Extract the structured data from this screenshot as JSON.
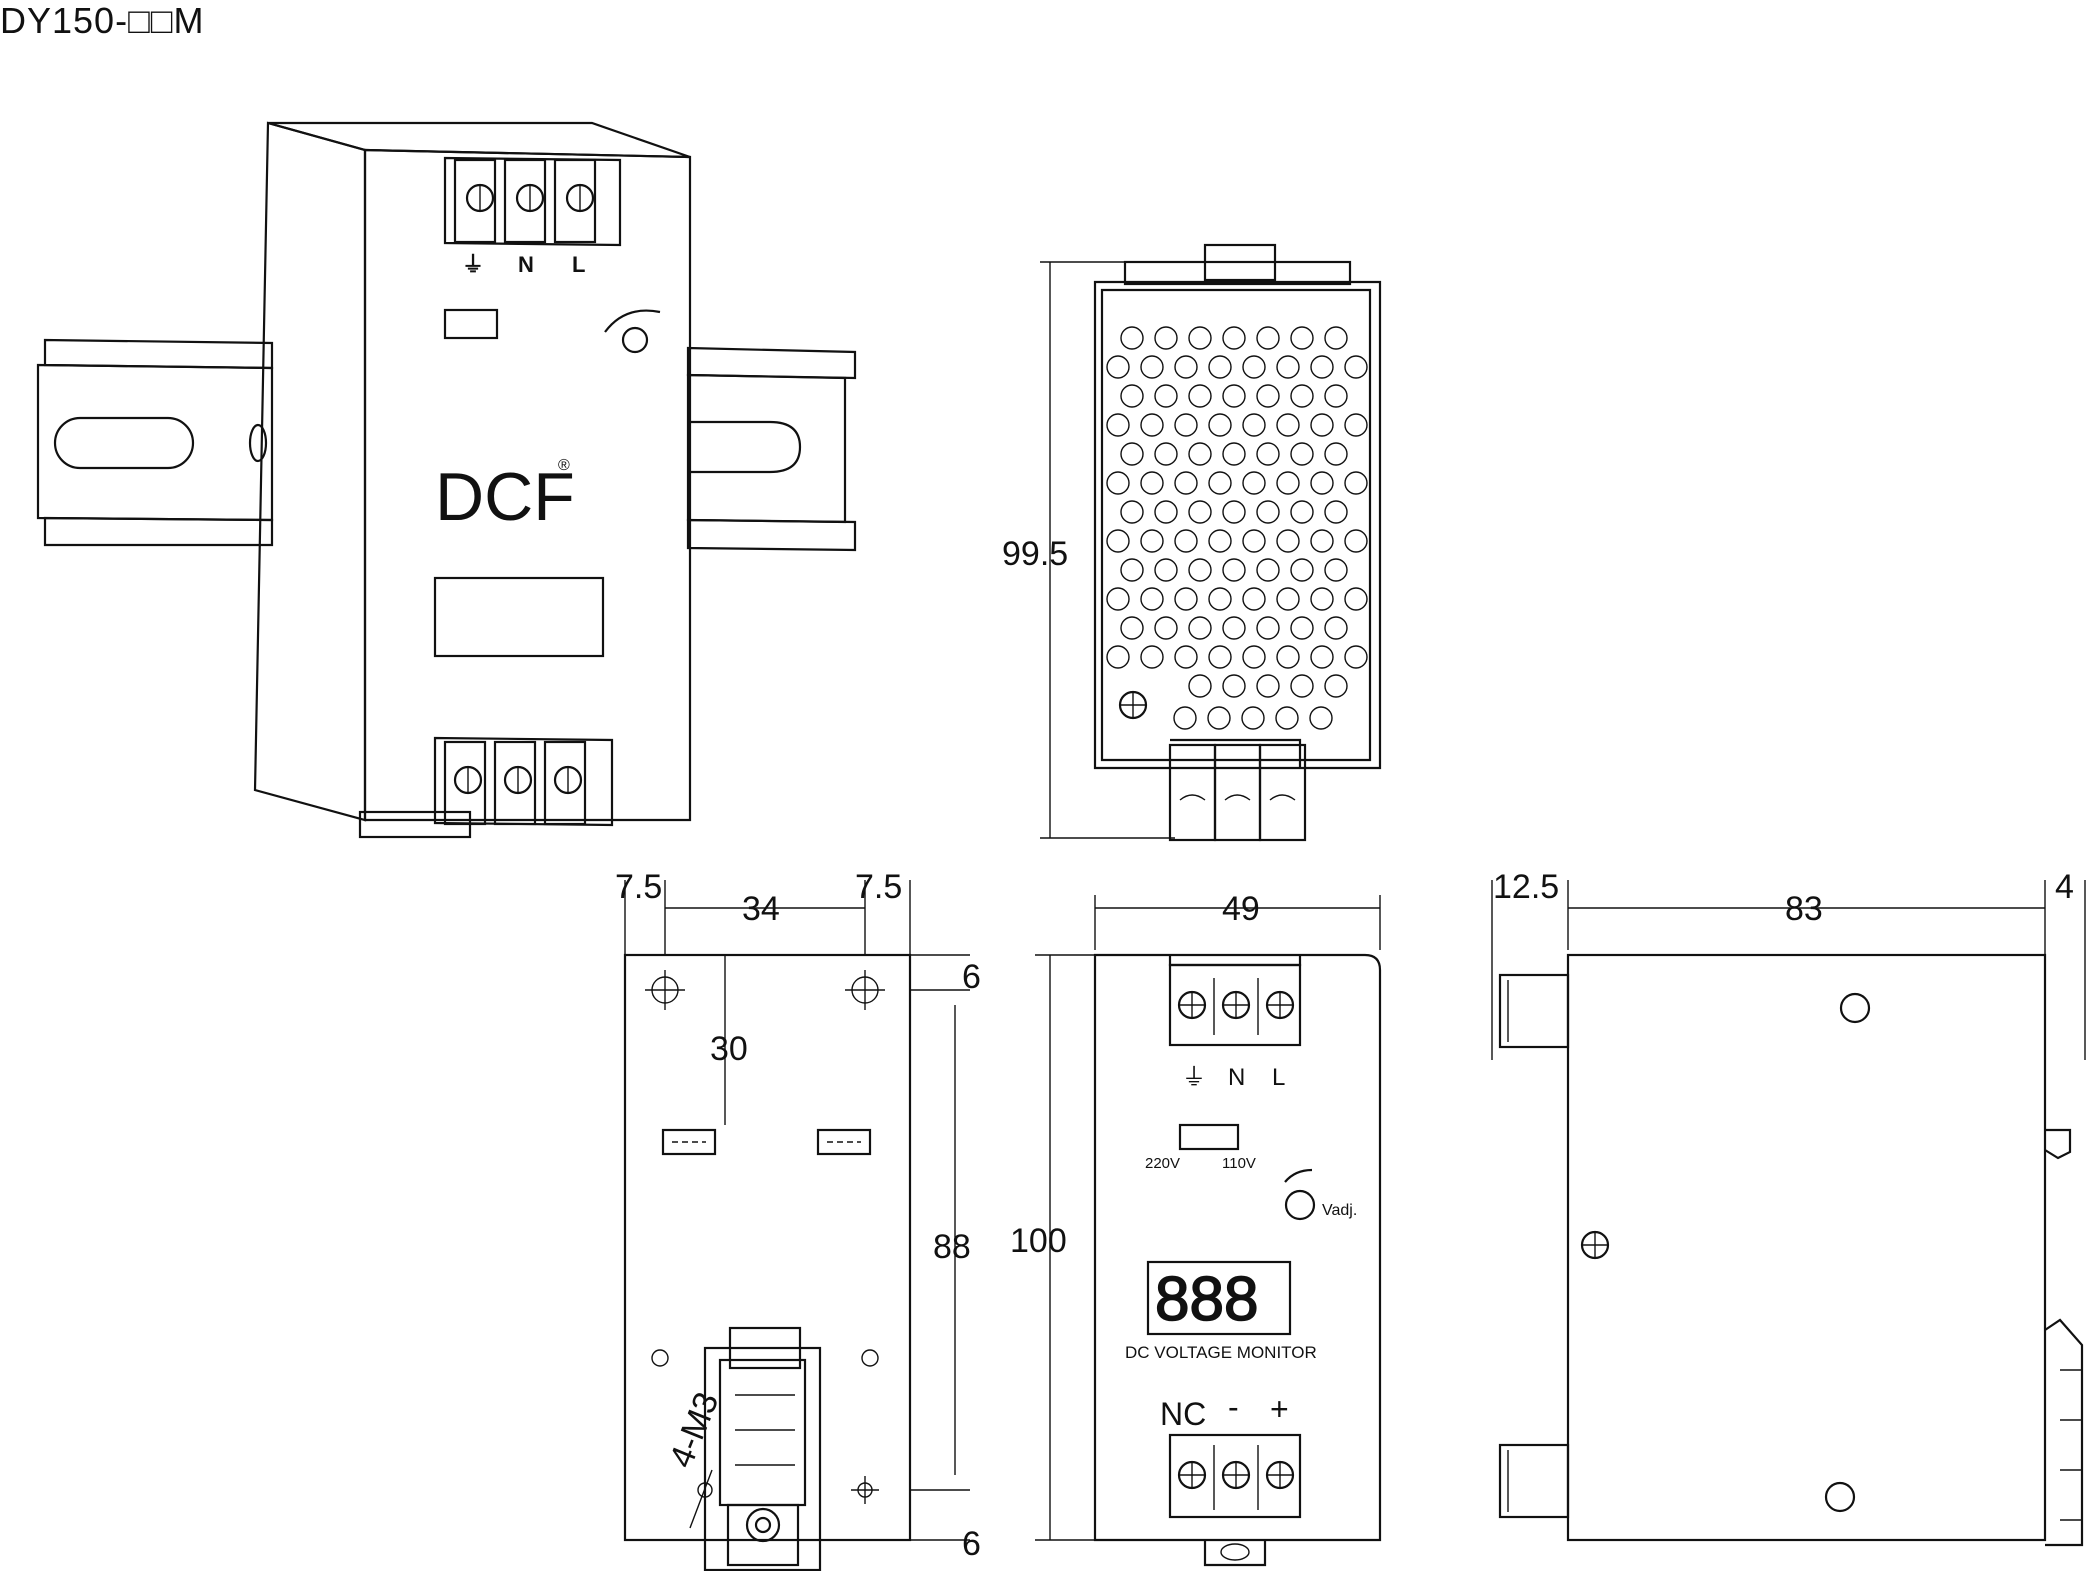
{
  "title": "DY150-□□M",
  "iso_view": {
    "terminal_labels": [
      "⏚",
      "N",
      "L"
    ],
    "brand": "DCF",
    "registered": "®"
  },
  "side_view": {
    "height_dim": "99.5"
  },
  "bottom_view": {
    "dim_left": "7.5",
    "dim_center": "34",
    "dim_right": "7.5",
    "dim_vertical_30": "30",
    "dim_top_6": "6",
    "dim_88": "88",
    "dim_bottom_6": "6",
    "hole_note": "4-M3"
  },
  "front_view": {
    "width_dim": "49",
    "height_dim": "100",
    "input_labels": [
      "⏚",
      "N",
      "L"
    ],
    "switch_left": "220V",
    "switch_right": "110V",
    "vadj": "Vadj.",
    "display_digits": "888",
    "monitor_label": "DC VOLTAGE MONITOR",
    "output_labels": [
      "NC",
      "-",
      "+"
    ]
  },
  "right_view": {
    "dim_left": "12.5",
    "dim_center": "83",
    "dim_right": "4"
  }
}
